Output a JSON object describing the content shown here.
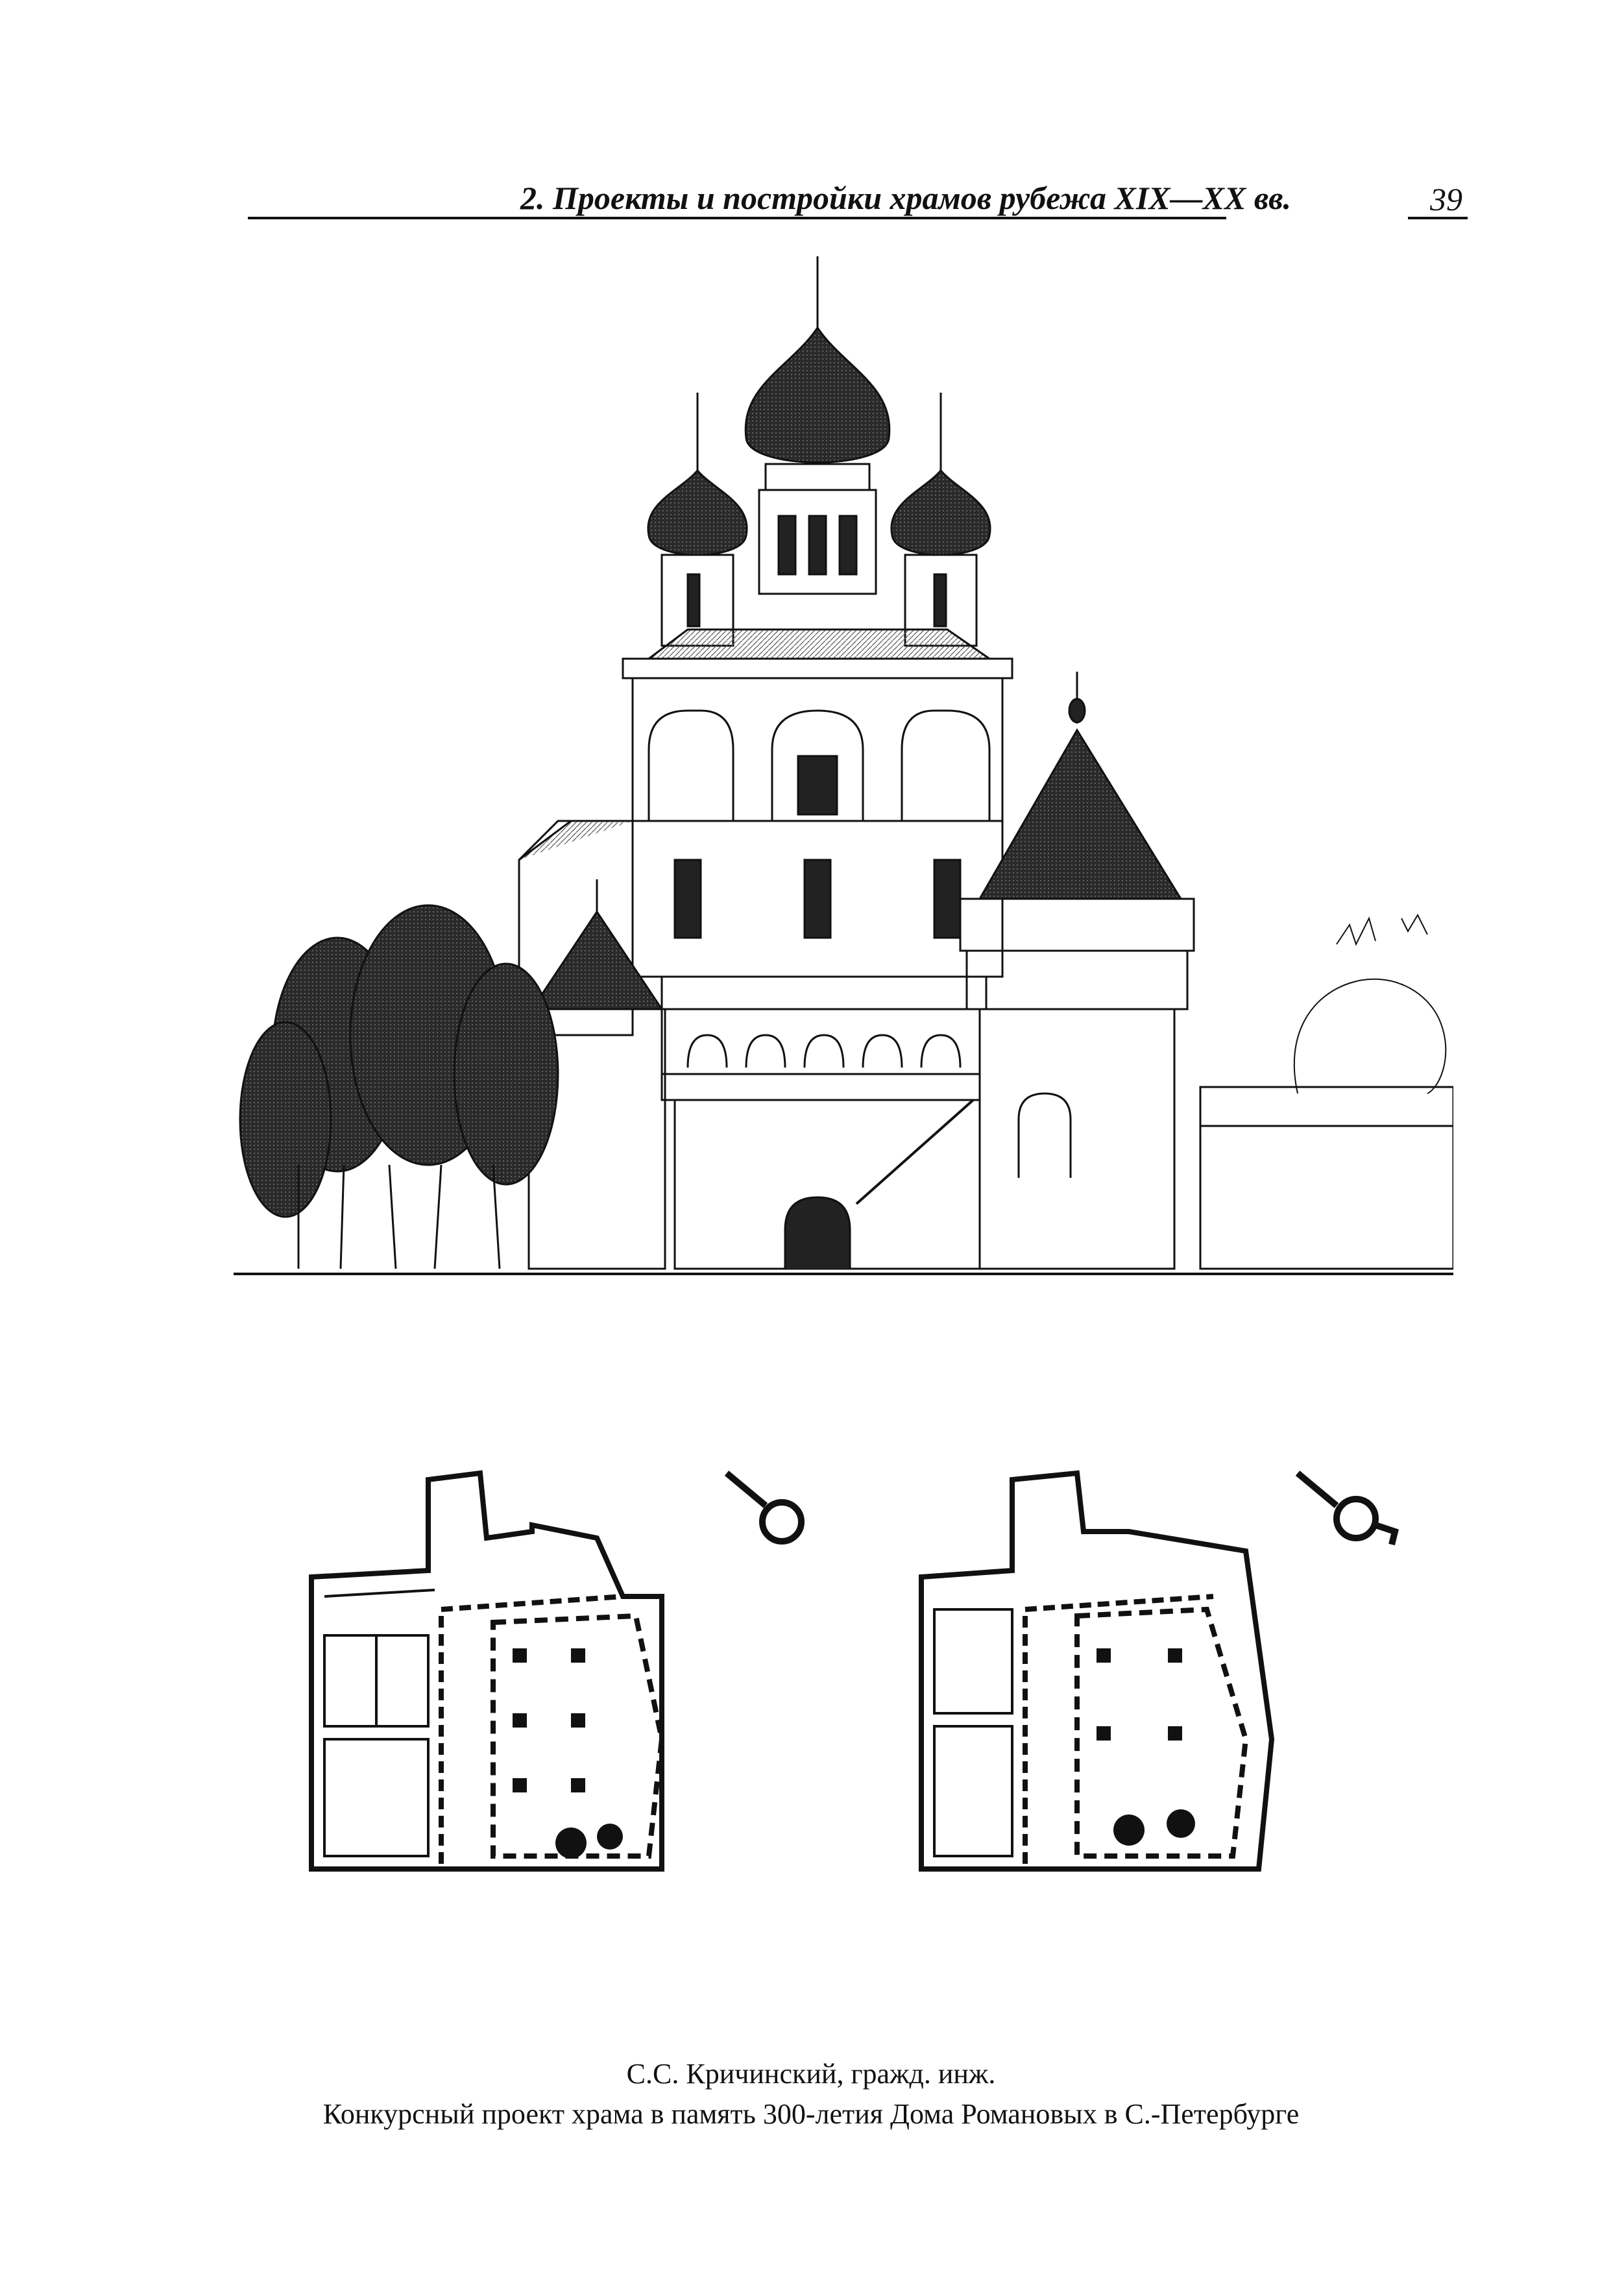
{
  "header": {
    "title": "2. Проекты и постройки храмов рубежа XIX—XX вв.",
    "page_number": "39"
  },
  "figure": {
    "elevation_icon": "church-elevation-drawing",
    "plan_left_icon": "floor-plan-icon",
    "plan_right_icon": "floor-plan-icon"
  },
  "caption": {
    "author": "С.С. Кричинский, гражд. инж.",
    "title": "Конкурсный проект храма в память 300-летия Дома Романовых в С.-Петербурге"
  }
}
